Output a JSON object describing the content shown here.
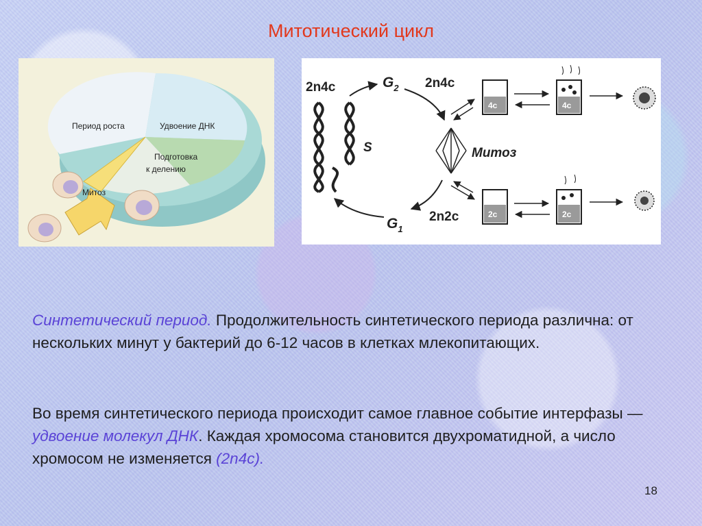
{
  "slide": {
    "title": "Митотический цикл",
    "page_number": "18"
  },
  "left_diagram": {
    "sector_growth": "Период роста",
    "sector_dna": "Удвоение ДНК",
    "sector_prep_line1": "Подготовка",
    "sector_prep_line2": "к делению",
    "sector_mitosis": "Митоз"
  },
  "right_diagram": {
    "g2": "G",
    "g2_sub": "2",
    "g1": "G",
    "g1_sub": "1",
    "s_phase": "S",
    "formula_top_left": "2n4c",
    "formula_top_right": "2n4c",
    "formula_bottom": "2n2c",
    "mitosis": "Митоз",
    "box_4c": "4c",
    "box_2c": "2c"
  },
  "text": {
    "p1_em": "Синтетический период.",
    "p1_rest": " Продолжительность синтетического периода различна: от нескольких минут у бактерий до 6-12 часов в клетках млекопитающих.",
    "p2_a": "Во время синтетического периода происходит самое главное событие интерфазы — ",
    "p2_em": "удвоение молекул ДНК",
    "p2_b": ". Каждая хромосома становится двухроматидной, а число хромосом не изменяется ",
    "p2_em2": "(2n4c)."
  },
  "colors": {
    "title": "#e2381c",
    "emphasis": "#5a43d6",
    "ring_base": "#a9d9d6",
    "sector_growth": "#eef3f8",
    "sector_dna": "#d8ecf4",
    "sector_prep": "#b8dab0",
    "mitosis_wedge": "#f6df7a"
  }
}
